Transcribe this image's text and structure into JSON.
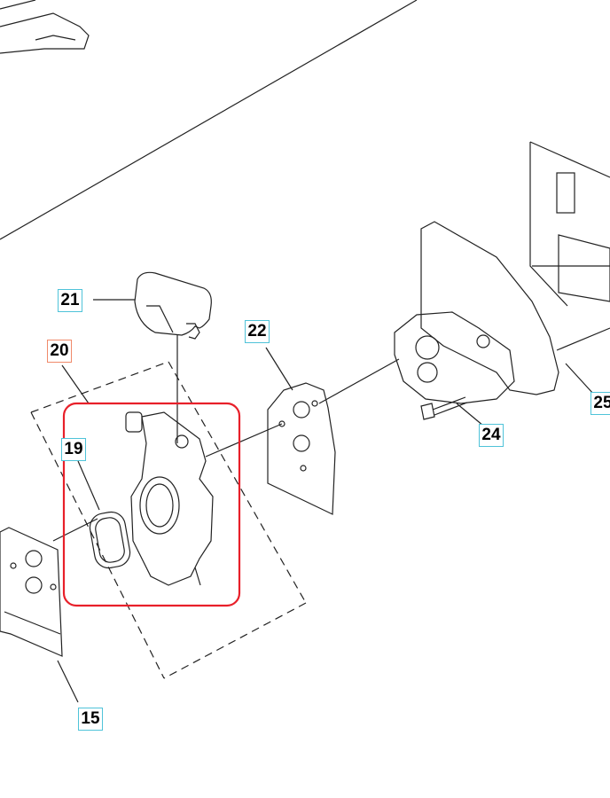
{
  "diagram": {
    "highlight_color": "#e8202a",
    "callout_border_color": "#4fc3d9",
    "callout_selected_border_color": "#f08a6a",
    "callouts": [
      {
        "id": "c21",
        "label": "21"
      },
      {
        "id": "c20",
        "label": "20"
      },
      {
        "id": "c22",
        "label": "22"
      },
      {
        "id": "c19",
        "label": "19"
      },
      {
        "id": "c25",
        "label": "25"
      },
      {
        "id": "c24",
        "label": "24"
      },
      {
        "id": "c15",
        "label": "15"
      }
    ]
  }
}
